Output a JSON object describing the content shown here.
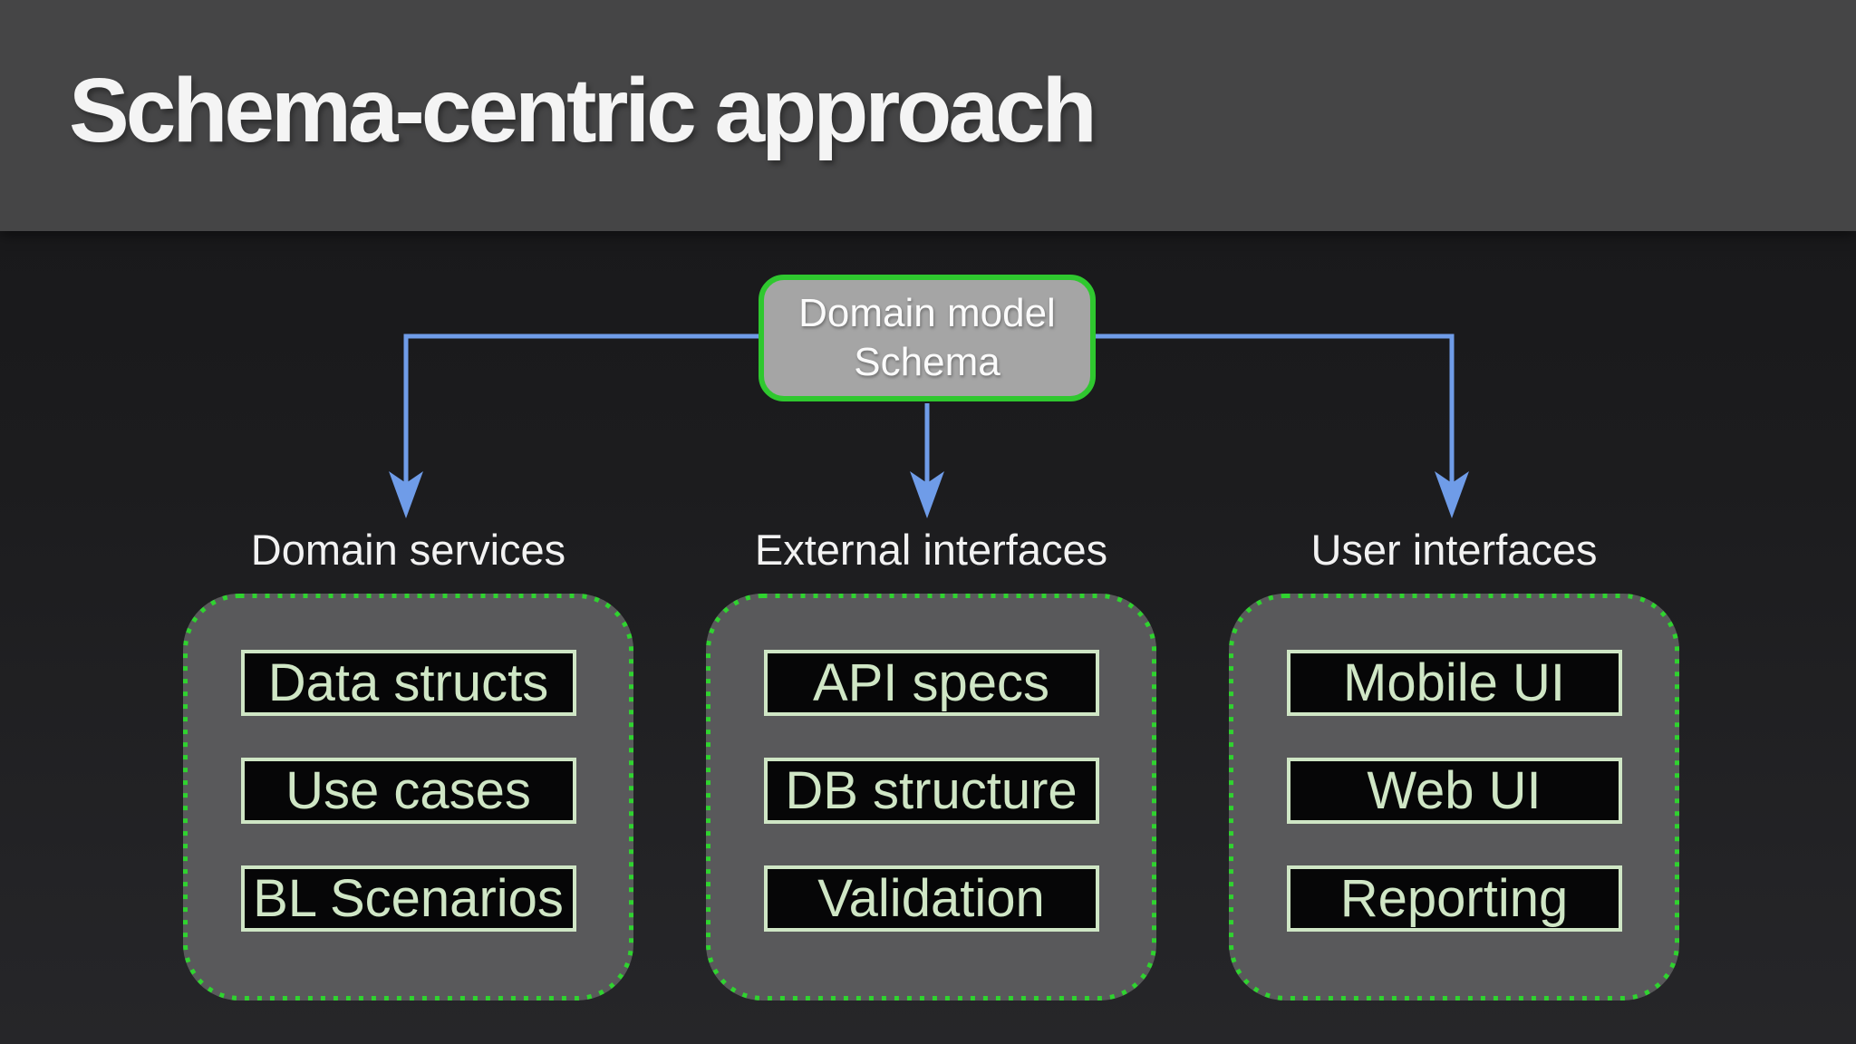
{
  "slide": {
    "title": "Schema-centric approach"
  },
  "diagram": {
    "root": {
      "line1": "Domain model",
      "line2": "Schema"
    },
    "groups": [
      {
        "label": "Domain services",
        "items": [
          "Data structs",
          "Use cases",
          "BL Scenarios"
        ]
      },
      {
        "label": "External interfaces",
        "items": [
          "API specs",
          "DB structure",
          "Validation"
        ]
      },
      {
        "label": "User interfaces",
        "items": [
          "Mobile UI",
          "Web UI",
          "Reporting"
        ]
      }
    ],
    "colors": {
      "header_bg": "#454546",
      "background_top": "#161618",
      "background_bottom": "#262629",
      "root_fill": "#a5a5a5",
      "root_border_green": "#2fc82f",
      "group_fill": "#59595b",
      "group_dotted_green": "#2fd32f",
      "item_fill": "#060607",
      "item_border_pale_green": "#cfe6c5",
      "item_text_pale_green": "#cfe6c5",
      "arrow_blue": "#6f9ce8",
      "title_text": "#f4f4f4",
      "label_text": "#f2f2f2"
    }
  }
}
